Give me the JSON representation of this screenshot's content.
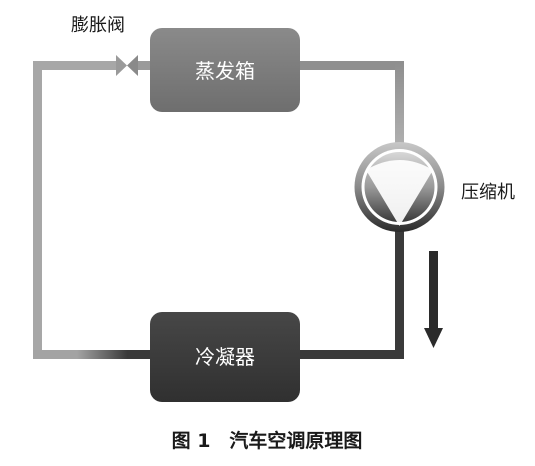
{
  "diagram": {
    "evaporator": "蒸发箱",
    "condenser": "冷凝器",
    "expansion_valve": "膨胀阀",
    "compressor": "压缩机",
    "caption": "图 1　汽车空调原理图"
  },
  "colors": {
    "evaporator_fill": "#7f7f7f",
    "condenser_fill": "#3d3d3d",
    "pipe_light": "#b8b8b8",
    "pipe_mid": "#a5a5a5",
    "pipe_dark": "#3a3a3a",
    "arrow": "#2b2b2b"
  }
}
